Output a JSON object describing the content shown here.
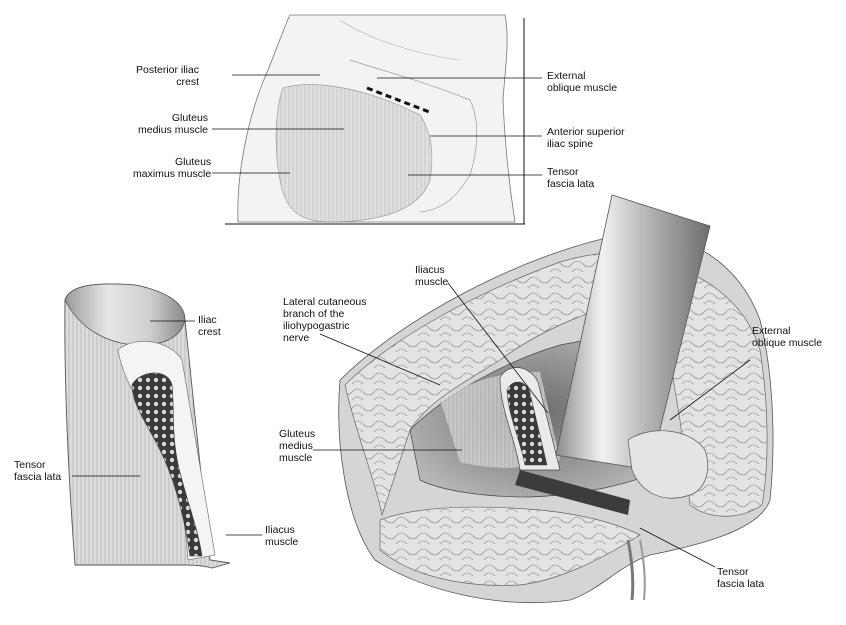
{
  "top_view": {
    "labels": {
      "posterior_iliac_crest": [
        "Posterior iliac",
        "crest"
      ],
      "gluteus_medius": [
        "Gluteus",
        "medius muscle"
      ],
      "gluteus_maximus": [
        "Gluteus",
        "maximus muscle"
      ],
      "external_oblique": [
        "External",
        "oblique muscle"
      ],
      "anterior_superior_iliac_spine": [
        "Anterior superior",
        "iliac spine"
      ],
      "tensor_fascia_lata": [
        "Tensor",
        "fascia lata"
      ]
    }
  },
  "graft_view": {
    "labels": {
      "iliac_crest": [
        "Iliac",
        "crest"
      ],
      "tensor_fascia_lata": [
        "Tensor",
        "fascia lata"
      ],
      "iliacus_muscle": [
        "Iliacus",
        "muscle"
      ]
    }
  },
  "surgical_view": {
    "labels": {
      "iliacus_muscle": [
        "Iliacus",
        "muscle"
      ],
      "lateral_cutaneous_branch": [
        "Lateral cutaneous",
        "branch of the",
        "iliohypogastric",
        "nerve"
      ],
      "external_oblique": [
        "External",
        "oblique muscle"
      ],
      "gluteus_medius": [
        "Gluteus",
        "medius",
        "muscle"
      ],
      "tensor_fascia_lata": [
        "Tensor",
        "fascia lata"
      ]
    }
  },
  "colors": {
    "ink": "#111111",
    "shade": "#bdbdbd",
    "light": "#e8e8e8"
  }
}
